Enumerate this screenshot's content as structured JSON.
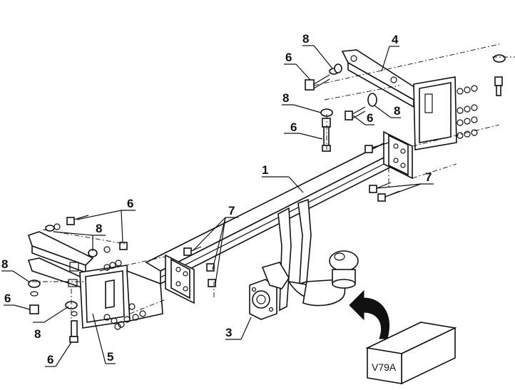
{
  "diagram": {
    "callouts": [
      {
        "id": "c1",
        "text": "1"
      },
      {
        "id": "c3",
        "text": "3"
      },
      {
        "id": "c4",
        "text": "4"
      },
      {
        "id": "c5",
        "text": "5"
      },
      {
        "id": "c6",
        "text": "6"
      },
      {
        "id": "c7",
        "text": "7"
      },
      {
        "id": "c8",
        "text": "8"
      }
    ],
    "product_box_label": "V79A"
  }
}
